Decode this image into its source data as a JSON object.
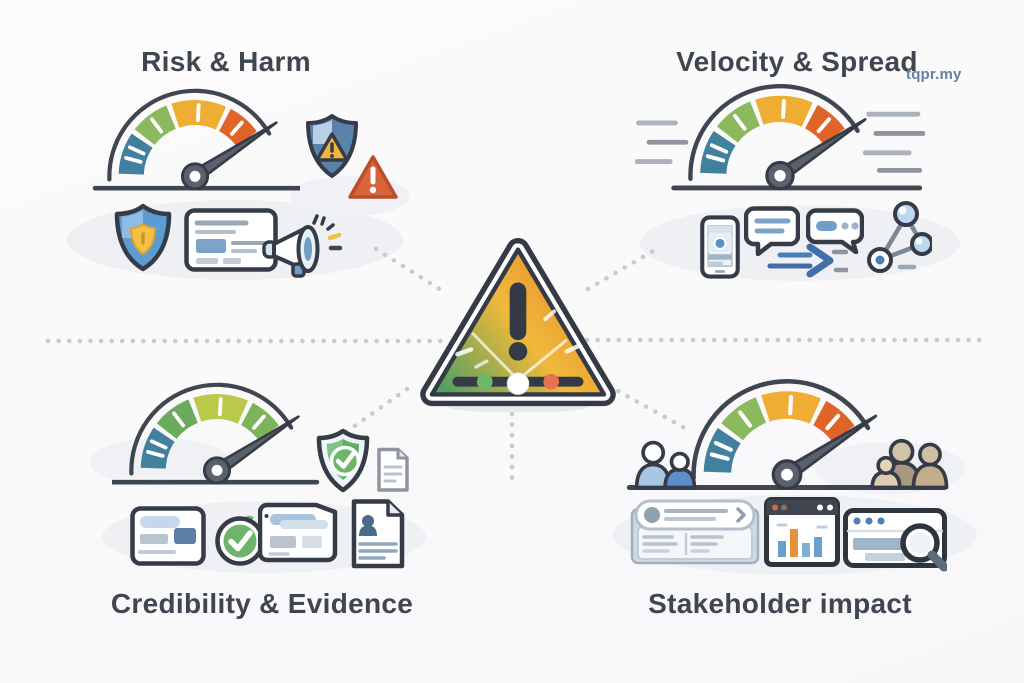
{
  "page": {
    "background": "#fbfafa"
  },
  "watermark": {
    "text": "tqpr.my"
  },
  "colors": {
    "ink": "#3f4650",
    "outline": "#353c47",
    "needle": "#5a616b",
    "dot_gray": "#c9c9ce",
    "accent_blue": "#4a7fb5",
    "light_blue": "#bcd7ee",
    "check_green": "#6db56a",
    "alert_red": "#d9633a",
    "warn_amber": "#f3b33c",
    "people_blue": "#5b8fc9",
    "people_tan": "#c4ad8a",
    "tri_green": "#55a061",
    "tri_yellow": "#f0b93a",
    "tri_orange": "#e8842c"
  },
  "center": {
    "icon": "warning-triangle-gauge",
    "symbol": "!",
    "status_dots": [
      "green",
      "white",
      "red"
    ]
  },
  "quadrants": {
    "top_left": {
      "title": "Risk & Harm",
      "gauge_segments": [
        "#41809f",
        "#8cb85e",
        "#f0ad33",
        "#e06327"
      ],
      "icons": [
        "risk-gauge",
        "shield-alert",
        "alert-triangle",
        "shield",
        "report-card",
        "megaphone"
      ]
    },
    "top_right": {
      "title": "Velocity & Spread",
      "gauge_segments": [
        "#41809f",
        "#8cb85e",
        "#f0ad33",
        "#e06327"
      ],
      "icons": [
        "speed-gauge",
        "smartphone",
        "chat-bubble",
        "chat-bubble-dots",
        "fast-forward-arrow",
        "network-graph"
      ]
    },
    "bottom_left": {
      "title": "Credibility & Evidence",
      "gauge_segments": [
        "#41809f",
        "#6aab5e",
        "#b9c94a",
        "#7db45a"
      ],
      "icons": [
        "credibility-gauge",
        "shield-check",
        "document",
        "evidence-card",
        "check-circle",
        "source-card",
        "profile-document"
      ]
    },
    "bottom_right": {
      "title": "Stakeholder impact",
      "gauge_segments": [
        "#41809f",
        "#8cb85e",
        "#f0ad33",
        "#e06327"
      ],
      "icons": [
        "impact-gauge",
        "people-group-blue",
        "people-group-tan",
        "search-result-panel",
        "chart-window",
        "search-window"
      ]
    }
  }
}
